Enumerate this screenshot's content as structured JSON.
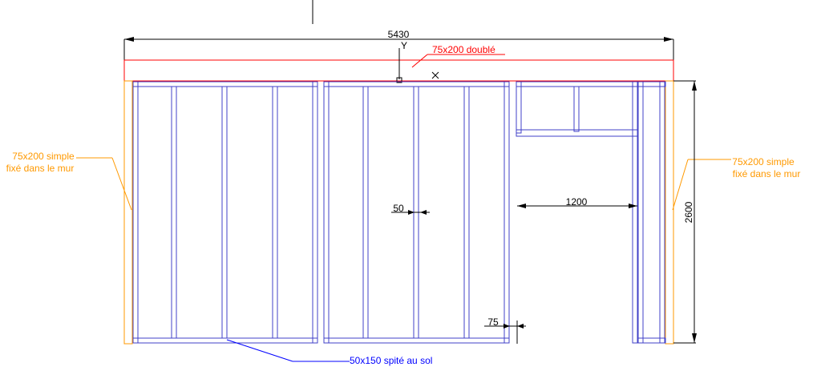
{
  "dimensions": {
    "total_width": "5430",
    "height": "2600",
    "opening_width": "1200",
    "stud_spacing": "50",
    "stud_offset": "75"
  },
  "annotations": {
    "top_beam": "75x200 doublé",
    "left_post_line1": "75x200 simple",
    "left_post_line2": "fixé dans le mur",
    "right_post_line1": "75x200 simple",
    "right_post_line2": "fixé dans le mur",
    "sole_plate": "50x150 spité au sol"
  },
  "ucs": {
    "y_axis": "Y"
  },
  "colors": {
    "black": "#000000",
    "red": "#ff0000",
    "orange": "#ff9900",
    "blue": "#0000ff",
    "frame": "#4040c8"
  }
}
